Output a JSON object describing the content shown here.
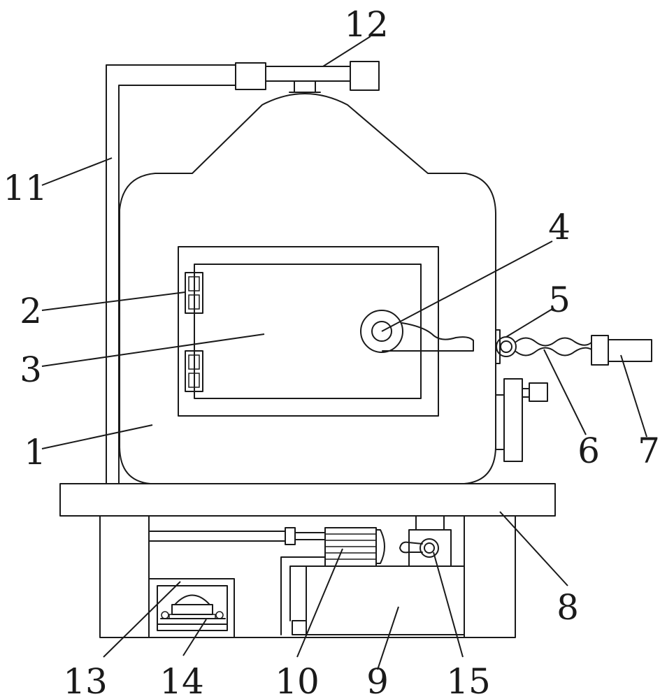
{
  "diagram": {
    "labels": [
      {
        "id": "n1",
        "text": "1"
      },
      {
        "id": "n2",
        "text": "2"
      },
      {
        "id": "n3",
        "text": "3"
      },
      {
        "id": "n4",
        "text": "4"
      },
      {
        "id": "n5",
        "text": "5"
      },
      {
        "id": "n6",
        "text": "6"
      },
      {
        "id": "n7",
        "text": "7"
      },
      {
        "id": "n8",
        "text": "8"
      },
      {
        "id": "n9",
        "text": "9"
      },
      {
        "id": "n10",
        "text": "10"
      },
      {
        "id": "n11",
        "text": "11"
      },
      {
        "id": "n12",
        "text": "12"
      },
      {
        "id": "n13",
        "text": "13"
      },
      {
        "id": "n14",
        "text": "14"
      },
      {
        "id": "n15",
        "text": "15"
      }
    ]
  }
}
